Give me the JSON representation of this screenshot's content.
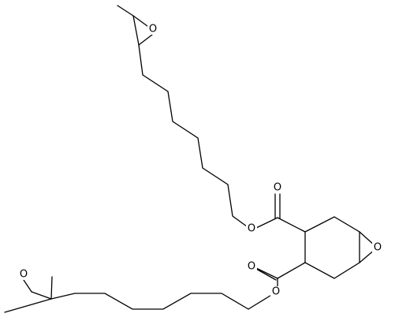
{
  "atom_labels": {
    "o_epoxide_top": "O",
    "o_epoxide_bottom": "O",
    "o_ring_epoxide": "O",
    "o_carbonyl_upper": "O",
    "o_ester_upper": "O",
    "o_carbonyl_lower": "O",
    "o_ester_lower": "O"
  }
}
